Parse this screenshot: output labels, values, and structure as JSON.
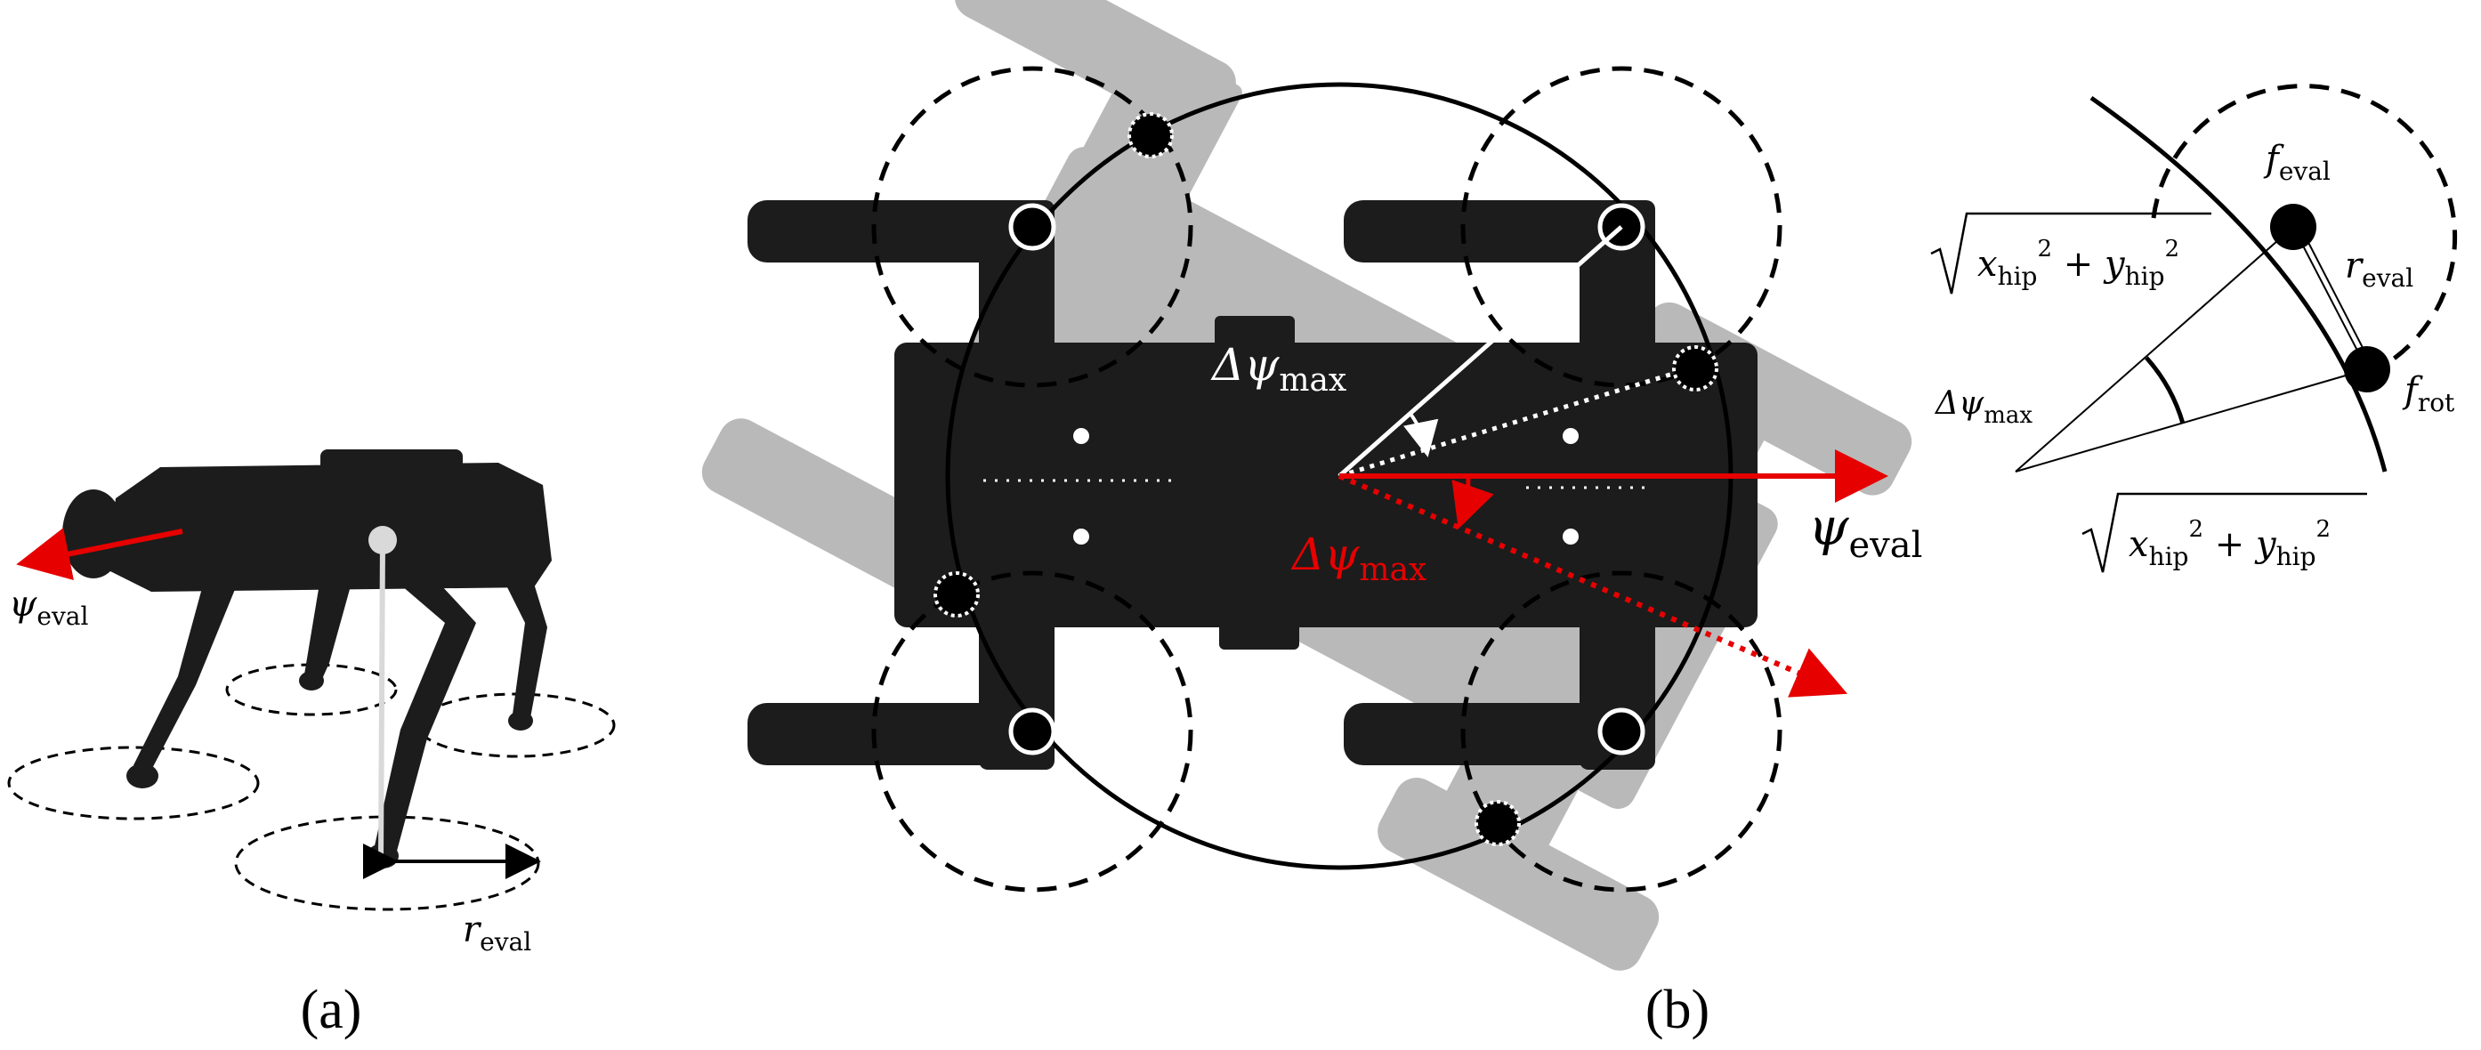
{
  "panel_a": {
    "label": "(a)",
    "psi": "ψ",
    "psi_sub": "eval",
    "r": "r",
    "r_sub": "eval"
  },
  "panel_b": {
    "label": "(b)",
    "dpsi_white": "Δψ",
    "dpsi_white_sub": "max",
    "dpsi_red": "Δψ",
    "dpsi_red_sub": "max",
    "psi": "ψ",
    "psi_sub": "eval"
  },
  "panel_c": {
    "f_eval": "f",
    "f_eval_sub": "eval",
    "r_eval": "r",
    "r_eval_sub": "eval",
    "f_rot": "f",
    "f_rot_sub": "rot",
    "dpsi": "Δψ",
    "dpsi_sub": "max",
    "sqrt_top": "x",
    "sqrt_top_x_sub": "hip",
    "sqrt_top_plus": " + y",
    "sqrt_top_y_sub": "hip",
    "sqrt_bottom": "x",
    "sqrt_bottom_x_sub": "hip",
    "sqrt_bottom_plus": " + y",
    "sqrt_bottom_y_sub": "hip",
    "sq": "2"
  },
  "colors": {
    "robot": "#1c1c1c",
    "ghost": "#b9b9b9",
    "red": "#e60000",
    "black": "#000000",
    "white": "#ffffff"
  }
}
